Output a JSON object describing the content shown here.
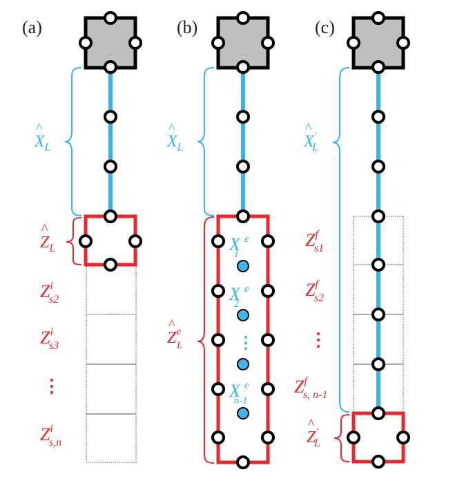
{
  "colors": {
    "blue": "#33b5ea",
    "red": "#e8262b",
    "black": "#000000",
    "gray": "#bfbfbf",
    "dot_fill": "#3db8ec"
  },
  "panels": {
    "a": {
      "tag": "(a)",
      "x_label": {
        "base": "X",
        "hat": "^",
        "sub": "L"
      },
      "z_label": {
        "base": "Z",
        "hat": "^",
        "sub": "L"
      },
      "rows": [
        {
          "base": "Z",
          "sup": "i",
          "sub": "s2"
        },
        {
          "base": "Z",
          "sup": "i",
          "sub": "s3"
        },
        {
          "base": "⋮"
        },
        {
          "base": "Z",
          "sup": "i",
          "sub": "s,n"
        }
      ]
    },
    "b": {
      "tag": "(b)",
      "x_label": {
        "base": "X",
        "hat": "^",
        "sub": "L"
      },
      "z_label": {
        "base": "Z",
        "hat": "^",
        "sup": "e",
        "sub": "L"
      },
      "inner": [
        {
          "base": "X",
          "sup": "e",
          "sub": "1"
        },
        {
          "base": "X",
          "sup": "e",
          "sub": "2"
        },
        {
          "base": "⋮"
        },
        {
          "base": "X",
          "sup": "e",
          "sub": "n-1"
        }
      ]
    },
    "c": {
      "tag": "(c)",
      "x_label": {
        "base": "X",
        "hat": "^",
        "sub": "L",
        "prime": "′"
      },
      "z_label": {
        "base": "Z",
        "hat": "^",
        "sub": "L",
        "prime": "′"
      },
      "rows": [
        {
          "base": "Z",
          "sup": "f",
          "sub": "s1"
        },
        {
          "base": "Z",
          "sup": "f",
          "sub": "s2"
        },
        {
          "base": "⋮"
        },
        {
          "base": "Z",
          "sup": "f",
          "sub": "s, n-1"
        }
      ]
    }
  }
}
